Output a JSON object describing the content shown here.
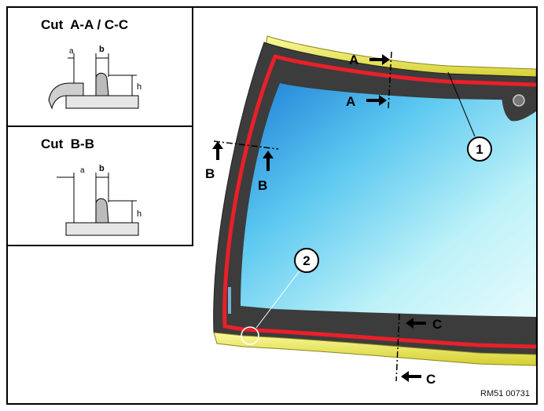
{
  "sections": {
    "aa": {
      "title": "Cut  A-A / C-C",
      "dim_a": "a",
      "dim_b": "b",
      "dim_h": "h"
    },
    "bb": {
      "title": "Cut  B-B",
      "dim_a": "a",
      "dim_b": "b",
      "dim_h": "h"
    }
  },
  "markers": {
    "a_upper": "A",
    "a_lower": "A",
    "b_left": "B",
    "b_right": "B",
    "c_upper": "C",
    "c_lower": "C"
  },
  "callouts": {
    "one": "1",
    "two": "2"
  },
  "reference_code": "RM51 00731",
  "colors": {
    "adhesive_bead": "#e8202a",
    "frame_trim": "#e6e34a",
    "glass_light": "#b8f0f8",
    "glass_dark": "#2aa0e0",
    "border_dark": "#3a3a3a"
  }
}
